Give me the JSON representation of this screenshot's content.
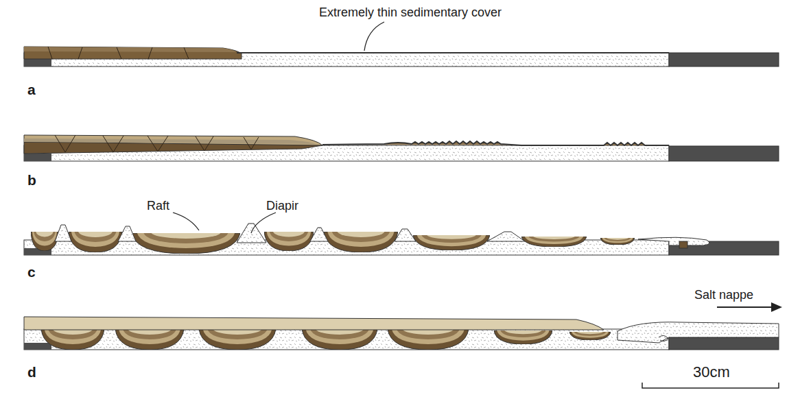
{
  "diagram": {
    "labels": [
      "Extremely thin sedimentary cover",
      "a",
      "b",
      "Raft",
      "Diapir",
      "c",
      "Salt nappe",
      "d",
      "30cm"
    ]
  }
}
